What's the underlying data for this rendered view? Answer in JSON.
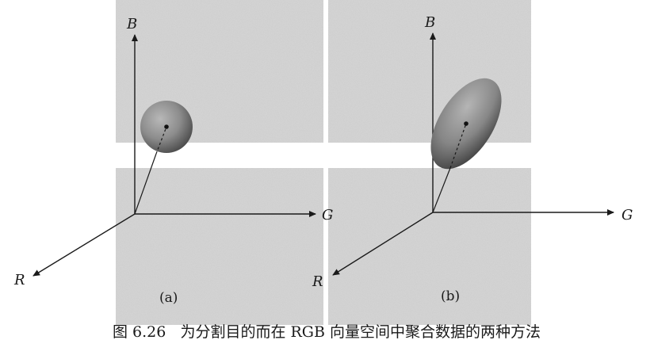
{
  "figure": {
    "panel_a": {
      "axis_b": "B",
      "axis_g": "G",
      "axis_r": "R",
      "label": "(a)"
    },
    "panel_b": {
      "axis_b": "B",
      "axis_g": "G",
      "axis_r": "R",
      "label": "(b)"
    },
    "caption": "图 6.26   为分割目的而在 RGB 向量空间中聚合数据的两种方法"
  },
  "colors": {
    "texture": "#d8d8d8",
    "axis": "#1a1a1a",
    "ellipsoid": "#8a8a8a"
  }
}
